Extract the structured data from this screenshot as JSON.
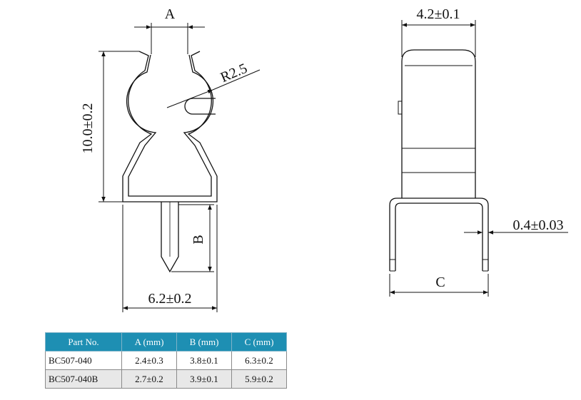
{
  "colors": {
    "table_header": "#1e8fb3",
    "row_alt": "#e8e8e8",
    "line": "#111111"
  },
  "front_view": {
    "dim_a_label": "A",
    "radius_label": "R2.5",
    "height_label": "10.0±0.2",
    "dim_b_label": "B",
    "width_label": "6.2±0.2"
  },
  "side_view": {
    "width_label": "4.2±0.1",
    "thickness_label": "0.4±0.03",
    "dim_c_label": "C"
  },
  "table": {
    "headers": [
      "Part No.",
      "A (mm)",
      "B (mm)",
      "C (mm)"
    ],
    "rows": [
      [
        "BC507-040",
        "2.4±0.3",
        "3.8±0.1",
        "6.3±0.2"
      ],
      [
        "BC507-040B",
        "2.7±0.2",
        "3.9±0.1",
        "5.9±0.2"
      ]
    ]
  }
}
